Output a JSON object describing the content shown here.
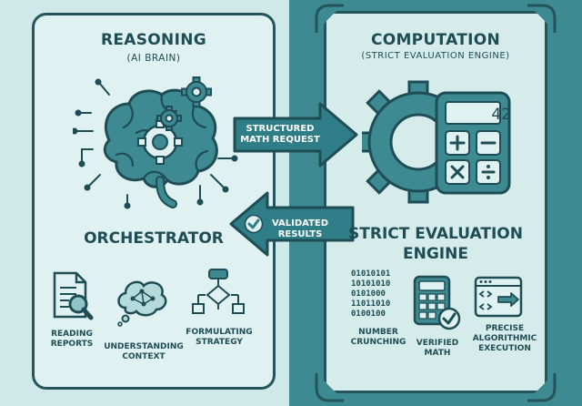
{
  "left": {
    "title": "REASONING",
    "subtitle": "(AI BRAIN)",
    "role": "ORCHESTRATOR",
    "items": [
      {
        "label_line1": "READING",
        "label_line2": "REPORTS",
        "icon": "document-magnifier-icon"
      },
      {
        "label_line1": "UNDERSTANDING",
        "label_line2": "CONTEXT",
        "icon": "thought-cloud-network-icon"
      },
      {
        "label_line1": "FORMULATING",
        "label_line2": "STRATEGY",
        "icon": "flowchart-icon"
      }
    ]
  },
  "right": {
    "title": "COMPUTATION",
    "subtitle": "(STRICT EVALUATION ENGINE)",
    "role_line1": "STRICT EVALUATION",
    "role_line2": "ENGINE",
    "calculator_display": "42",
    "binary_lines": [
      "01010101",
      "10101010",
      "0101000",
      "11011010",
      "0100100"
    ],
    "items": [
      {
        "label_line1": "NUMBER",
        "label_line2": "CRUNCHING",
        "icon": "binary-code-icon"
      },
      {
        "label_line1": "VERIFIED",
        "label_line2": "MATH",
        "icon": "calculator-check-icon"
      },
      {
        "label_line1": "PRECISE",
        "label_line2": "ALGORITHMIC",
        "label_line3": "EXECUTION",
        "icon": "code-window-icon"
      }
    ]
  },
  "arrows": {
    "request_line1": "STRUCTURED",
    "request_line2": "MATH REQUEST",
    "result_line1": "VALIDATED",
    "result_line2": "RESULTS"
  },
  "colors": {
    "dark": "#1f4d55",
    "teal": "#3d8a92",
    "light": "#dff1f0",
    "arrow": "#2f7d86"
  }
}
